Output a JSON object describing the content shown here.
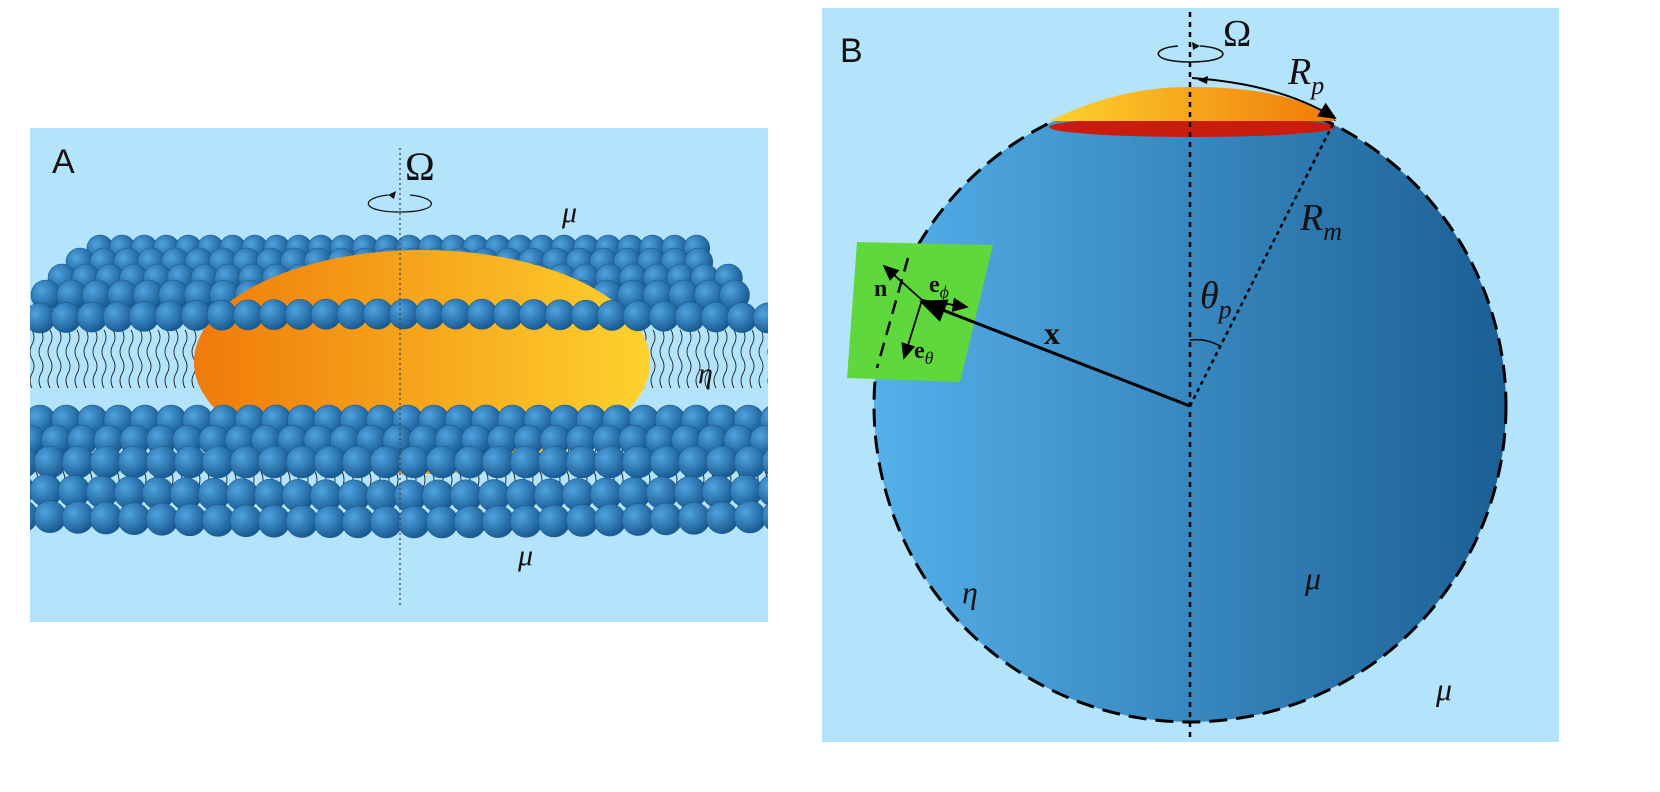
{
  "panel_a": {
    "label": "A",
    "omega": "Ω",
    "viscosity_outer_top": "μ",
    "viscosity_outer_bottom": "μ",
    "viscosity_membrane": "η",
    "colors": {
      "background": "#b3e4fb",
      "lipid_head": "#2f7fbf",
      "protein": "#f8a21e"
    }
  },
  "panel_b": {
    "label": "B",
    "omega": "Ω",
    "rp": {
      "main": "R",
      "sub": "p"
    },
    "rm": {
      "main": "R",
      "sub": "m"
    },
    "theta": {
      "main": "θ",
      "sub": "p"
    },
    "x_vector": "x",
    "n_vector": "n",
    "e_phi": {
      "main": "e",
      "sub": "ϕ"
    },
    "e_theta": {
      "main": "e",
      "sub": "θ"
    },
    "eta": "η",
    "mu_inner": "μ",
    "mu_outer": "μ",
    "colors": {
      "background": "#b3e4fb",
      "sphere_light": "#55b0ea",
      "sphere_dark": "#1b5f94",
      "patch": "#5ed83c",
      "cap": "#f8a21e",
      "cap_edge": "#c81d0c"
    }
  }
}
